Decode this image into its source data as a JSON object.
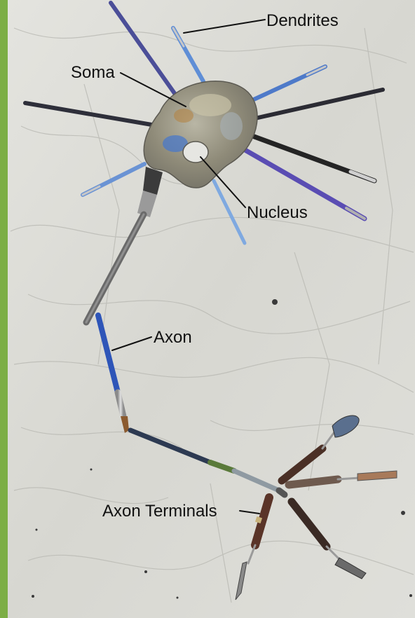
{
  "labels": {
    "dendrites": "Dendrites",
    "soma": "Soma",
    "nucleus": "Nucleus",
    "axon": "Axon",
    "axon_terminals": "Axon Terminals"
  },
  "colors": {
    "side_bar": "#7cae45",
    "cloth": "#dcdcd7",
    "cloth_fold": "#b7b7b2",
    "label_text": "#111111",
    "leader_line": "#111111",
    "brush_handle_dark": "#2b2b33",
    "brush_handle_blue": "#3c5fb0",
    "brush_handle_light_blue": "#6a93d4",
    "brush_handle_purple": "#5a4db3",
    "ferrule": "#b9b9b9",
    "palette_wood": "#8e8a7c",
    "knife_handle": "#4b3026"
  },
  "icons": {
    "background": "drop-cloth",
    "soma": "paint-palette",
    "dendrites": "paint-brushes",
    "axon": "paint-brush",
    "axon_terminals": "palette-knives"
  }
}
